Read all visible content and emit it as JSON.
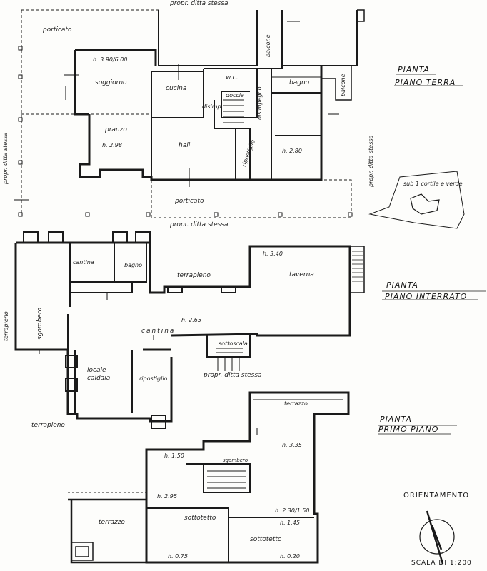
{
  "labels": {
    "top_owner": "propr. ditta stessa",
    "porticato_top": "porticato",
    "soggiorno_h": "h. 3.90/6.00",
    "soggiorno": "soggiorno",
    "cucina": "cucina",
    "wc": "w.c.",
    "doccia": "doccia",
    "disimp": "disimp.",
    "disimpegno": "disimpegno",
    "balcone_1": "balcone",
    "balcone_2": "balcone",
    "bagno_pt": "bagno",
    "pranzo": "pranzo",
    "pranzo_h": "h. 2.98",
    "hall": "hall",
    "ripostiglio_pt": "ripostiglio",
    "h_280": "h. 2.80",
    "porticato_bottom": "porticato",
    "owner_left_pt": "propr. ditta stessa",
    "owner_right_pt": "propr. ditta stessa",
    "owner_bottom_pt": "propr. ditta stessa",
    "sub1": "sub 1 cortile e verde",
    "pianta_pt_1": "PIANTA",
    "pianta_pt_2": "PIANO TERRA",
    "cantina_small": "cantina",
    "bagno_int": "bagno",
    "terrapieno_int": "terrapieno",
    "h_340": "h. 3.40",
    "taverna": "taverna",
    "sgombero_int": "sgombero",
    "terrapieno_left": "terrapieno",
    "h_265": "h. 2.65",
    "cantina_main": "cantina",
    "sottoscala": "sottoscala",
    "locale_caldaia": "locale caldaia",
    "ripostiglio_int": "ripostiglio",
    "owner_int": "propr. ditta stessa",
    "terrapieno_bottom": "terrapieno",
    "pianta_int_1": "PIANTA",
    "pianta_int_2": "PIANO INTERRATO",
    "terrazzo_top": "terrazzo",
    "h_335": "h. 3.35",
    "h_150": "h. 1.50",
    "sgombero_pp": "sgombero",
    "h_295": "h. 2.95",
    "h_230": "h. 2.30/1.50",
    "h_145": "h. 1.45",
    "terrazzo_left": "terrazzo",
    "sottotetto_1": "sottotetto",
    "sottotetto_2": "sottotetto",
    "h_075": "h. 0.75",
    "h_020": "h. 0.20",
    "pianta_pp_1": "PIANTA",
    "pianta_pp_2": "PRIMO PIANO",
    "orientamento": "ORIENTAMENTO",
    "scala": "SCALA DI 1:200"
  }
}
